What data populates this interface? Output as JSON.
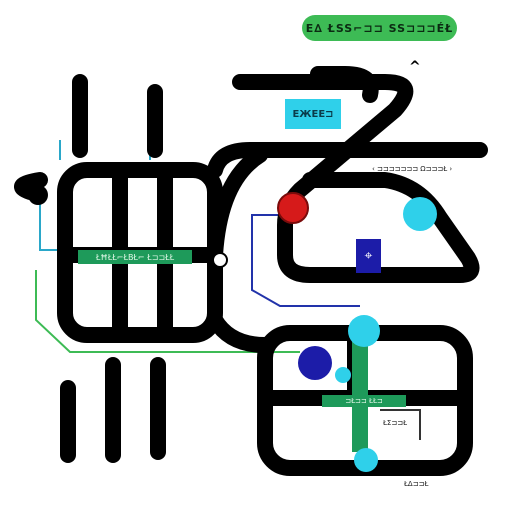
{
  "title_pill": {
    "text": "E∆ ŁSS⌐⊐⊐ SS⊐⊐⊐ÉŁ"
  },
  "cyan_label": {
    "text": "EЖEE⊐"
  },
  "navy_label": {
    "text": "⌖"
  },
  "left_band": {
    "text": "ŁĦŁŁ⌐ŁBŁ⌐ Ł⊐⊐ŁŁ"
  },
  "right_band": {
    "text": "⊐Ł⊐⊐ ŁŁ⊐"
  },
  "route_caption": {
    "text": "‹ ⊐⊐⊐⊐⊐⊐⊐ Ω⊐⊐⊐Ł ›"
  },
  "small_caption": {
    "text": "ŁΣ⊐⊐Ł"
  },
  "corner_caption": {
    "text": "ŁΔ⊐⊐Ł"
  },
  "arrow_glyph": {
    "text": "^"
  },
  "colors": {
    "track": "#000000",
    "green": "#3dbb55",
    "cyan": "#2fd0ea",
    "red": "#d61a1a",
    "navy": "#1c1ca8",
    "blue_line": "#2233aa",
    "teal_line": "#2aa7c9"
  },
  "icons": [
    "red-station-icon",
    "cyan-station-icon",
    "navy-station-icon",
    "arrow-up-icon"
  ]
}
